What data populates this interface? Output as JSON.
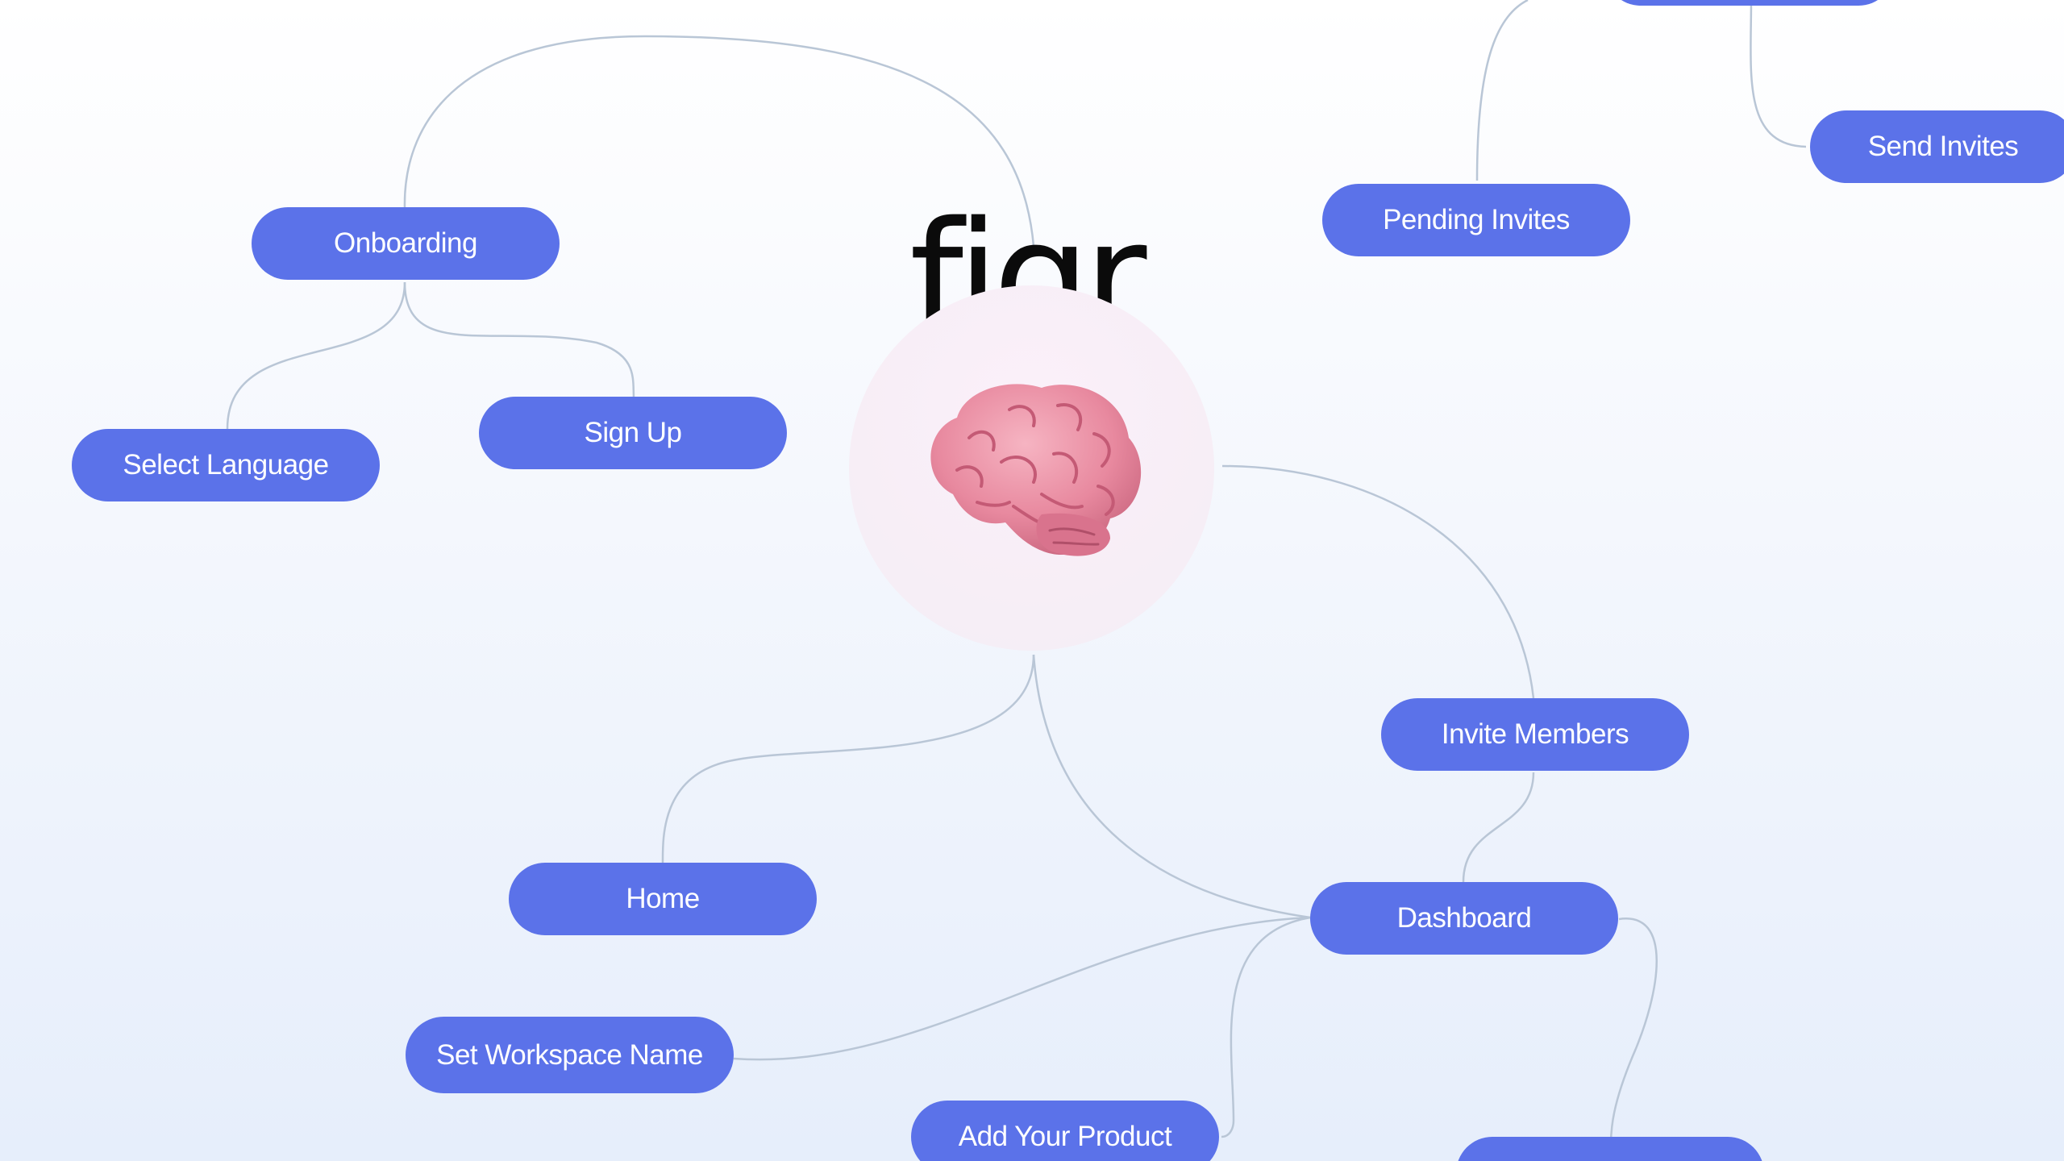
{
  "logo": {
    "text": "figr"
  },
  "center": {
    "icon": "brain-icon"
  },
  "nodes": {
    "onboarding": "Onboarding",
    "sign_up": "Sign Up",
    "select_language": "Select Language",
    "pending_invites": "Pending Invites",
    "send_invites": "Send Invites",
    "invite_members": "Invite Members",
    "dashboard": "Dashboard",
    "home": "Home",
    "set_workspace_name": "Set Workspace Name",
    "add_your_product": "Add Your Product"
  },
  "colors": {
    "node": "#5b72e9",
    "node_text": "#ffffff",
    "connector": "#b9c6d6",
    "brain": "#e8899f"
  }
}
